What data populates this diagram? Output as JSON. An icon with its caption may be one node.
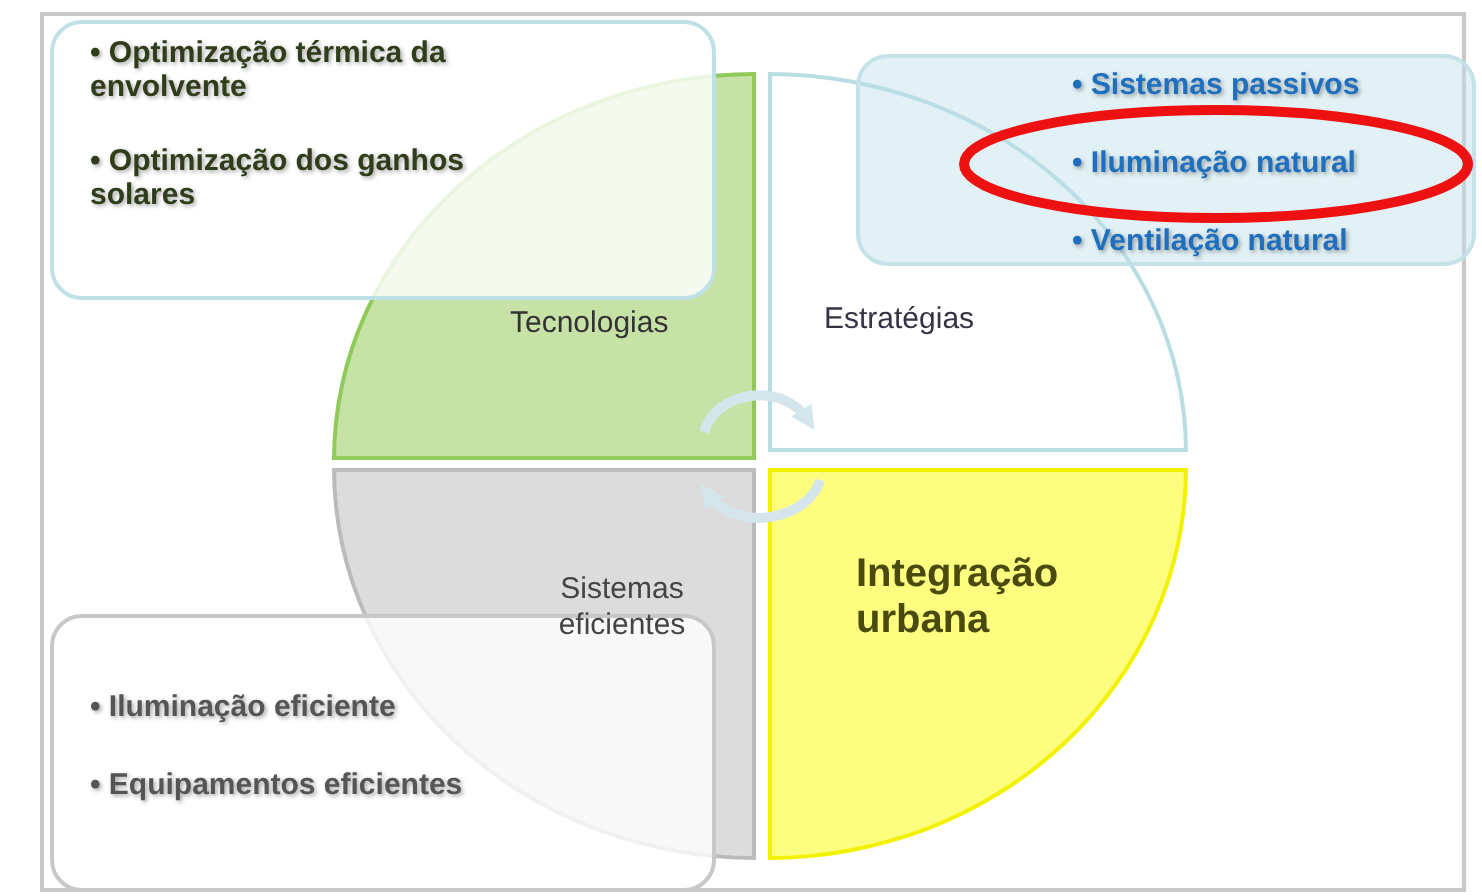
{
  "diagram": {
    "nodes": [
      {
        "text": [
          "• Optimização térmica da envolvente",
          "• Optimização dos ganhos solares"
        ]
      },
      {
        "text": [
          "Tecnologias"
        ]
      },
      {
        "text": [
          "Estratégias"
        ]
      },
      {
        "text": [
          "• Sistemas passivos",
          "• Iluminação natural",
          "• Ventilação natural"
        ]
      },
      {
        "text": [
          "Sistemas eficientes"
        ]
      },
      {
        "text": [
          "Integração urbana"
        ]
      },
      {
        "text": [
          "• Iluminação eficiente",
          "• Equipamentos eficientes"
        ]
      }
    ],
    "edges": [
      {
        "from": 1,
        "to": 2,
        "arrow": "to"
      },
      {
        "from": 5,
        "to": 4,
        "arrow": "to"
      }
    ]
  }
}
